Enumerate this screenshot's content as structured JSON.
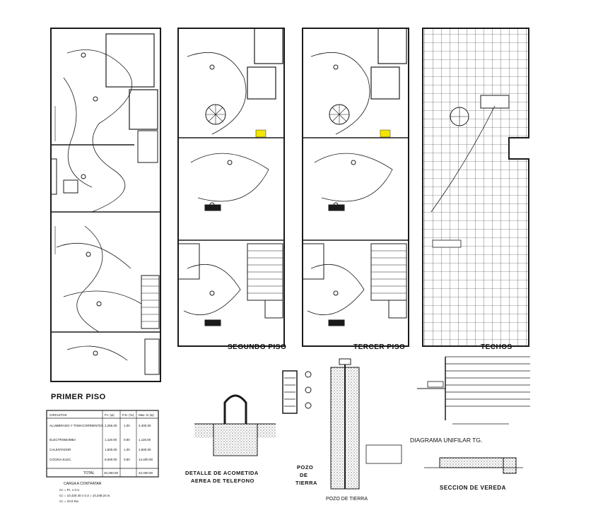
{
  "plans": {
    "primer_piso": "PRIMER PISO",
    "segundo_piso": "SEGUNDO PISO",
    "tercer_piso": "TERCER PISO",
    "techos": "TECHOS"
  },
  "table": {
    "columns": [
      "CIRCUITOS",
      "P.I. (w)",
      "F.D. (%)",
      "Max. D (w)"
    ],
    "rows": [
      [
        "ALUMBRADO Y TOMACORRIENTES",
        "2,256.00",
        "1.00",
        "2,400.00"
      ],
      [
        "ELECTROBOMBA",
        "1,119.00",
        "0.80",
        "1,119.00"
      ],
      [
        "CALENTADOR",
        "1,500.00",
        "1.00",
        "1,500.00"
      ],
      [
        "COCINA ELEC.",
        "8,000.00",
        "0.80",
        "14,400.00"
      ]
    ],
    "total_label": "TOTAL",
    "total_pi": "20,400.00",
    "total_max": "22,400.00",
    "carga_title": "CARGA A CONTRATAR",
    "carga_lines": [
      "Cc = P.I. x 0.3",
      "Cc = 10,420.40 x 0.3 = 10,348.24 w",
      "Cc = 10.0 Kw"
    ]
  },
  "details": {
    "acometida": [
      "DETALLE DE ACOMETIDA",
      "AEREA DE TELEFONO"
    ],
    "pozo_label": [
      "POZO",
      "DE",
      "TIERRA"
    ],
    "pozo_caption": "POZO DE TIERRA",
    "unifilar": "DIAGRAMA UNIFILAR TG.",
    "vereda": "SECCION DE VEREDA"
  },
  "colors": {
    "line": "#1a1a1a",
    "accent": "#f2e600"
  }
}
